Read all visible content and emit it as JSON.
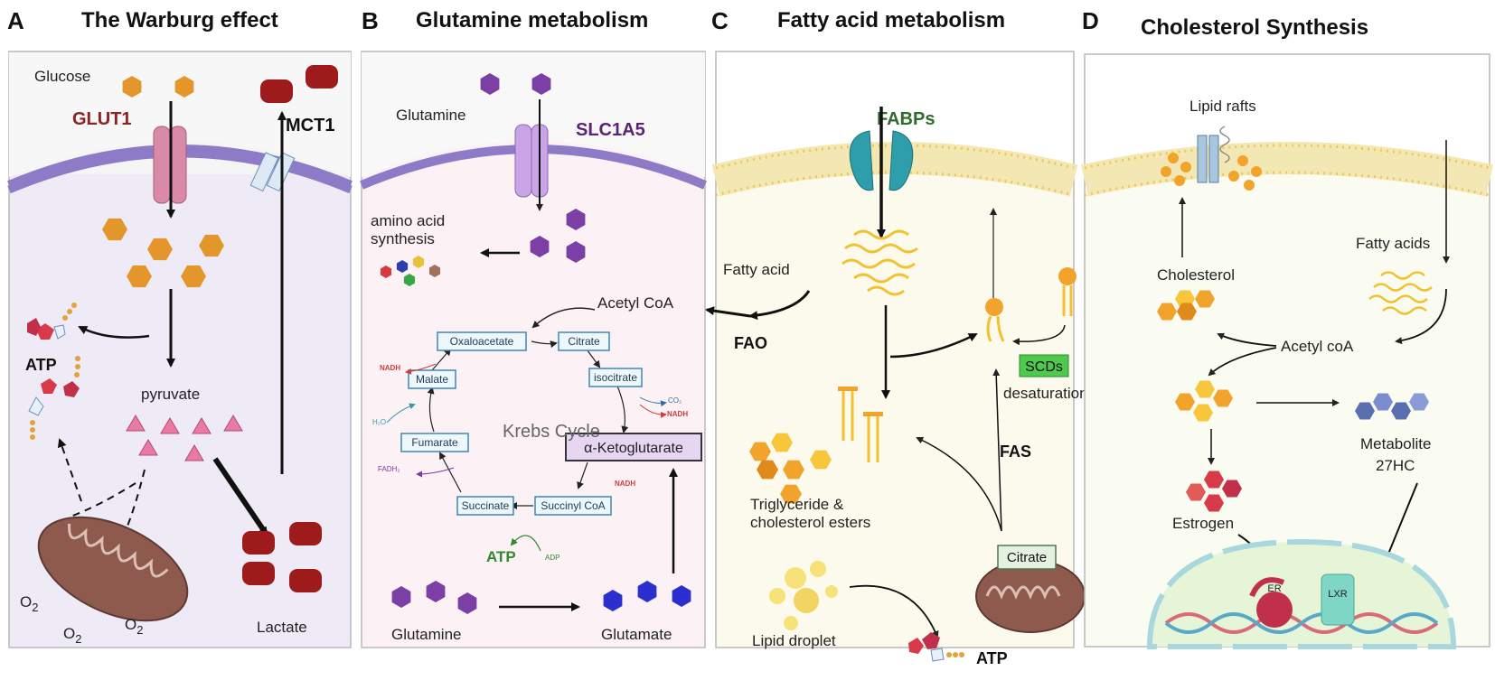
{
  "panels": {
    "a": {
      "letter": "A",
      "title": "The Warburg effect",
      "glucose": "Glucose",
      "glut1": "GLUT1",
      "mct1": "MCT1",
      "atp": "ATP",
      "pyruvate": "pyruvate",
      "lactate": "Lactate",
      "o2": "O"
    },
    "b": {
      "letter": "B",
      "title": "Glutamine metabolism",
      "glutamine_top": "Glutamine",
      "slc1a5": "SLC1A5",
      "amino_acid": "amino acid",
      "synthesis": "synthesis",
      "acetyl_coa": "Acetyl CoA",
      "oxaloacetate": "Oxaloacetate",
      "citrate": "Citrate",
      "isocitrate": "isocitrate",
      "malate": "Malate",
      "fumarate": "Fumarate",
      "akg": "α-Ketoglutarate",
      "succinate": "Succinate",
      "succinyl_coa": "Succinyl CoA",
      "krebs": "Krebs Cycle",
      "nadh": "NADH",
      "co2": "CO₂",
      "h2o": "H₂O",
      "fadh2": "FADH₂",
      "atp": "ATP",
      "adp": "ADP",
      "glutamine_bottom": "Glutamine",
      "glutamate": "Glutamate"
    },
    "c": {
      "letter": "C",
      "title": "Fatty acid metabolism",
      "fabps": "FABPs",
      "fatty_acid": "Fatty acid",
      "fao": "FAO",
      "scds": "SCDs",
      "desaturation": "desaturation",
      "fas": "FAS",
      "trig1": "Triglyceride &",
      "trig2": "cholesterol esters",
      "citrate": "Citrate",
      "lipid_droplet": "Lipid droplet",
      "atp": "ATP"
    },
    "d": {
      "letter": "D",
      "title": "Cholesterol Synthesis",
      "lipid_rafts": "Lipid rafts",
      "cholesterol": "Cholesterol",
      "fatty_acids": "Fatty acids",
      "acetyl_coa": "Acetyl coA",
      "metabolite": "Metabolite",
      "hc27": "27HC",
      "estrogen": "Estrogen",
      "er": "ER",
      "lxr": "LXR"
    }
  },
  "colors": {
    "panel_a_bg": "#efebf6",
    "panel_b_bg": "#fcf2f6",
    "panel_c_bg": "#fbfaec",
    "panel_d_bg": "#fafcf1",
    "glucose": "#e2962c",
    "lactate": "#9e1b1b",
    "glutamine": "#7b3fa6",
    "glutamate": "#2b2fd0",
    "fabp": "#2f9eab",
    "glut1": "#d98aa6",
    "slc1a5": "#c9a4e6",
    "scd_green": "#4dc94d",
    "membrane": "#8e7bc7"
  }
}
